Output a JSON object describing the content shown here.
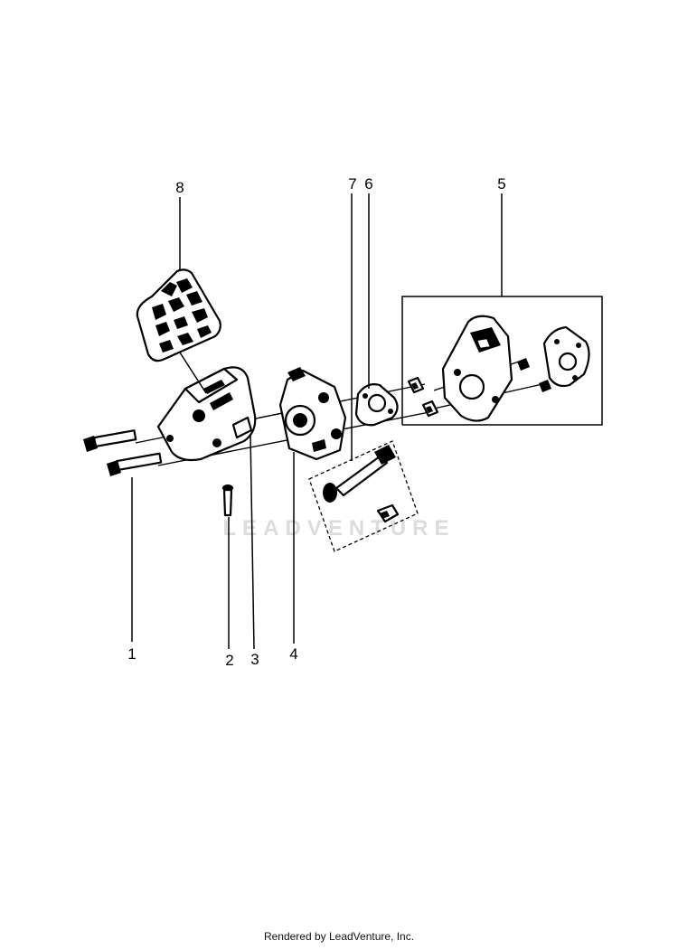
{
  "diagram": {
    "watermark": "LEADVENTURE",
    "callouts": {
      "c1": "1",
      "c2": "2",
      "c3": "3",
      "c4": "4",
      "c5": "5",
      "c6": "6",
      "c7": "7",
      "c8": "8"
    }
  },
  "footer": {
    "rendered_by": "Rendered by LeadVenture, Inc."
  },
  "colors": {
    "ink": "#000000",
    "watermark": "#dcdcdc",
    "background": "#ffffff"
  }
}
